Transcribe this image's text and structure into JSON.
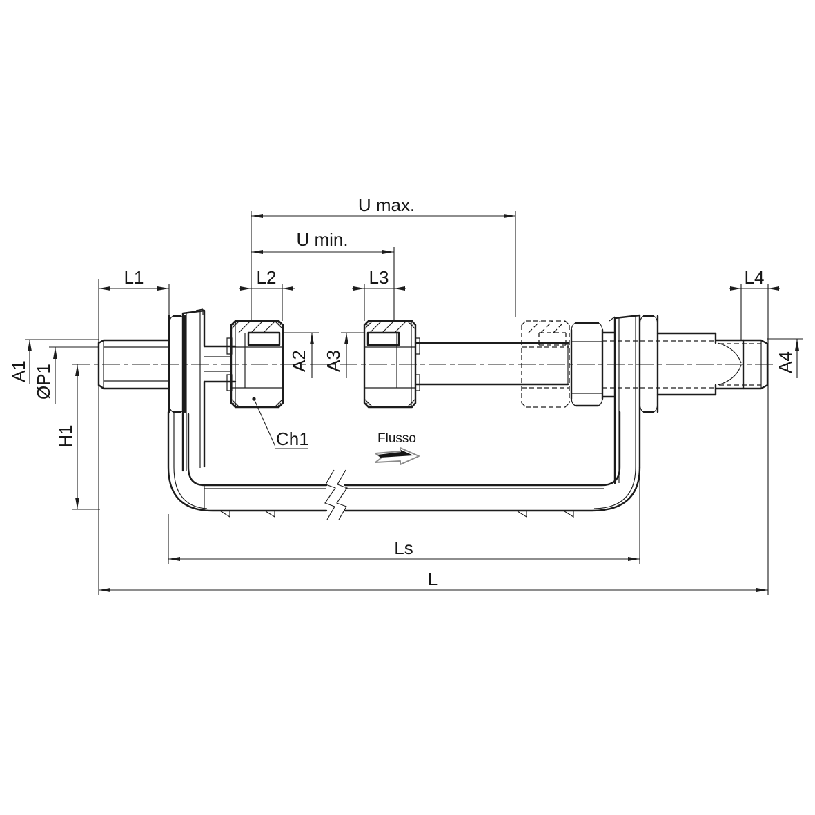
{
  "page": {
    "background": "#ffffff"
  },
  "drawing": {
    "kind": "technical-dimension-drawing",
    "labels": {
      "u_max": "U max.",
      "u_min": "U min.",
      "l1": "L1",
      "l2": "L2",
      "l3": "L3",
      "l4": "L4",
      "a1": "A1",
      "p1": "ØP1",
      "a2": "A2",
      "a3": "A3",
      "a4": "A4",
      "h1": "H1",
      "ch1": "Ch1",
      "flow": "Flusso",
      "ls": "Ls",
      "l": "L"
    },
    "colors": {
      "line": "#1c1c1c",
      "background": "#ffffff",
      "flow_arrow_outline": "#8c8c8c",
      "flow_arrow_fill": "#141414"
    }
  }
}
